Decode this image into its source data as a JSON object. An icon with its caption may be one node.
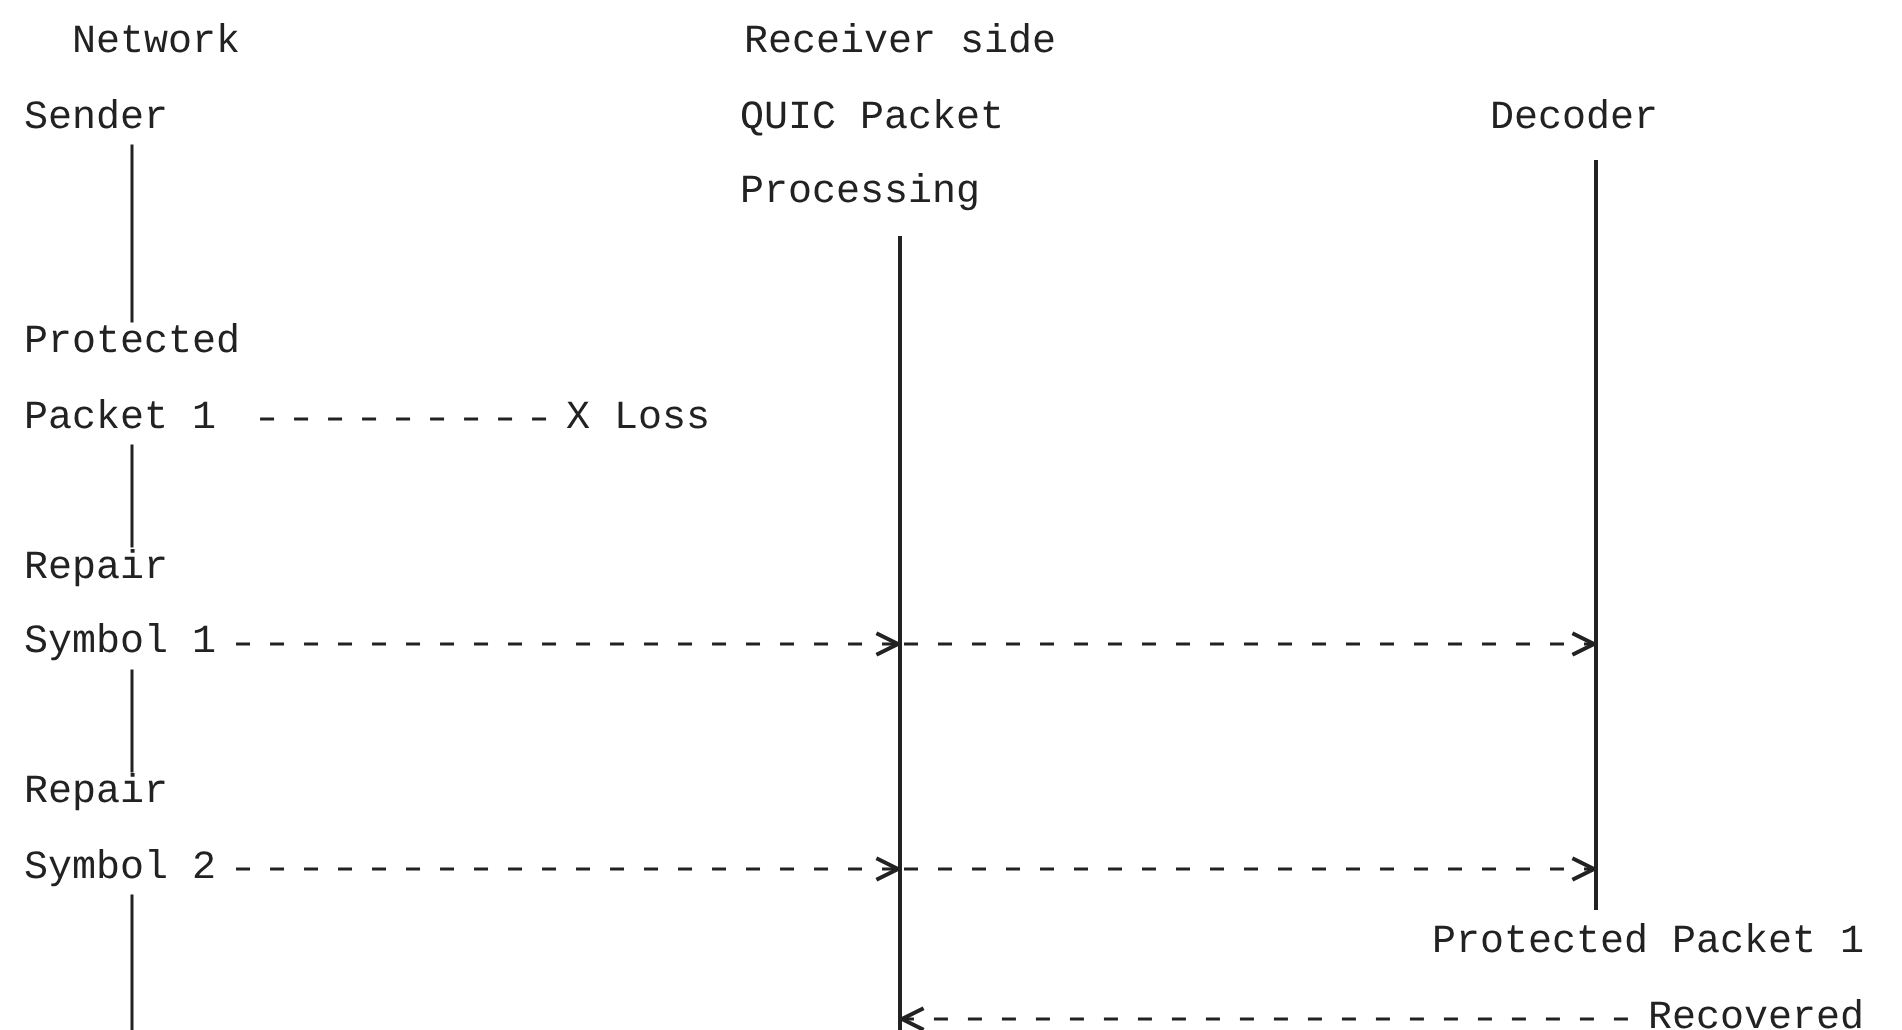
{
  "diagram": {
    "nodes": [
      {
        "text": [
          "Sender"
        ]
      },
      {
        "text": [
          "QUIC Packet Processing"
        ]
      },
      {
        "text": [
          "Decoder"
        ]
      },
      {
        "text": [],
        "shape": "bar"
      },
      {
        "text": [],
        "shape": "bar"
      },
      {
        "text": [
          "Protected Packet 1"
        ]
      },
      {
        "text": [
          "X Loss"
        ]
      },
      {
        "text": [
          "Repair Symbol 1"
        ]
      },
      {
        "text": [
          "Repair Symbol 2"
        ]
      },
      {
        "text": [
          "Protected Packet 1",
          "Recovered"
        ]
      }
    ],
    "edges": [
      {
        "from": 0,
        "to": 5,
        "arrow": "none"
      },
      {
        "from": 5,
        "to": 6,
        "arrow": "none",
        "style": "dashed"
      },
      {
        "from": 5,
        "to": 7,
        "arrow": "none"
      },
      {
        "from": 7,
        "to": 3,
        "arrow": "to",
        "style": "dashed"
      },
      {
        "from": 3,
        "to": 4,
        "arrow": "to",
        "style": "dashed"
      },
      {
        "from": 7,
        "to": 8,
        "arrow": "none"
      },
      {
        "from": 8,
        "to": 3,
        "arrow": "to",
        "style": "dashed"
      },
      {
        "from": 3,
        "to": 4,
        "arrow": "to",
        "style": "dashed"
      },
      {
        "from": 8,
        "to": null,
        "arrow": "none"
      },
      {
        "from": 9,
        "to": 3,
        "arrow": "to",
        "style": "dashed"
      }
    ],
    "labels": [
      "Network",
      "Receiver side"
    ]
  }
}
